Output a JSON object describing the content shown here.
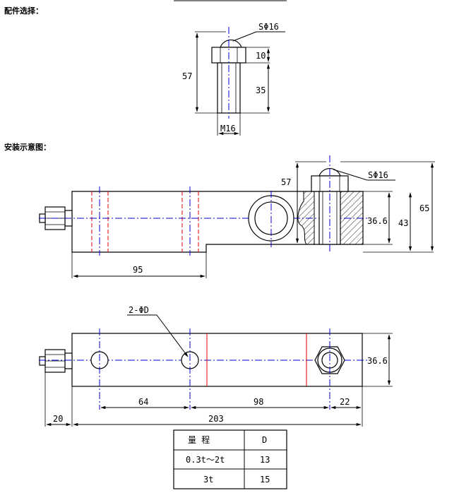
{
  "sections": {
    "accessory_title": "配件选择：",
    "install_title": "安装示意图："
  },
  "accessory": {
    "sphere_label": "SΦ16",
    "height_total": "57",
    "head_height": "10",
    "shank_height": "35",
    "thread_label": "M16"
  },
  "side_view": {
    "height_57": "57",
    "sphere_label": "SΦ16",
    "dim_36_6": "36.6",
    "dim_43": "43",
    "dim_65": "65",
    "dim_95": "95"
  },
  "top_view": {
    "hole_label": "2-ΦD",
    "dim_36_6": "36.6",
    "dim_64": "64",
    "dim_98": "98",
    "dim_22": "22",
    "dim_20": "20",
    "dim_203": "203"
  },
  "table": {
    "header": [
      "量    程",
      "D"
    ],
    "rows": [
      [
        "0.3t～2t",
        "13"
      ],
      [
        "3t",
        "15"
      ]
    ]
  }
}
